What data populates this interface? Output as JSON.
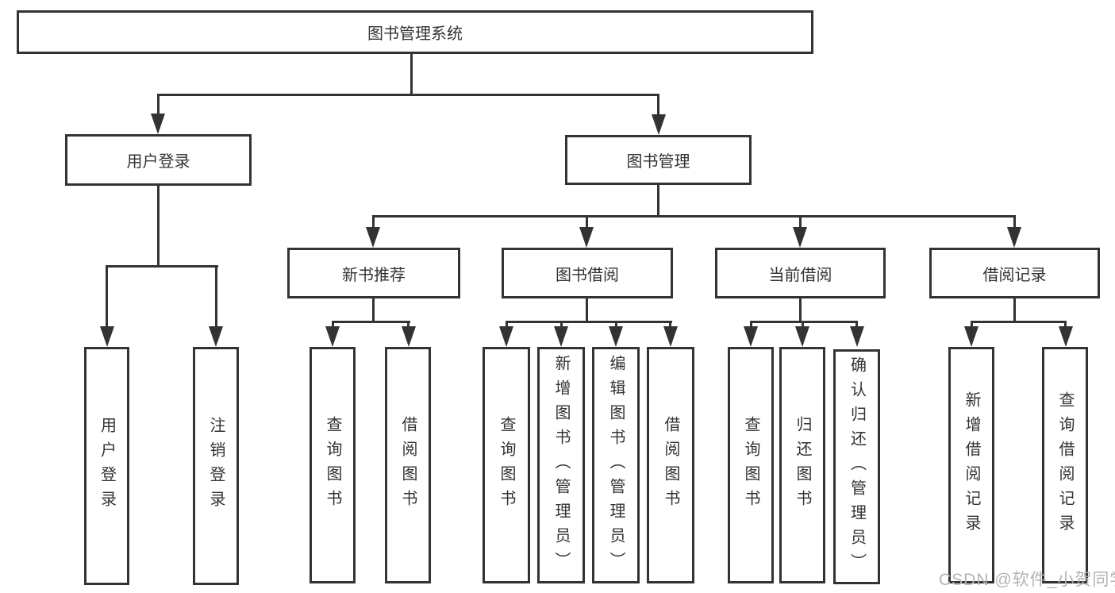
{
  "diagram_title": "图书管理系统",
  "colors": {
    "line": "#333333",
    "text": "#333333",
    "box_background": "#ffffff",
    "watermark": "#b3b3b3"
  },
  "tree": {
    "root": {
      "label": "图书管理系统"
    },
    "branches": [
      {
        "label": "用户登录",
        "children": [
          {
            "label": "用户登录"
          },
          {
            "label": "注销登录"
          }
        ]
      },
      {
        "label": "图书管理",
        "children": [
          {
            "label": "新书推荐",
            "children": [
              {
                "label": "查询图书"
              },
              {
                "label": "借阅图书"
              }
            ]
          },
          {
            "label": "图书借阅",
            "children": [
              {
                "label": "查询图书"
              },
              {
                "label": "新增图书（管理员）"
              },
              {
                "label": "编辑图书（管理员）"
              },
              {
                "label": "借阅图书"
              }
            ]
          },
          {
            "label": "当前借阅",
            "children": [
              {
                "label": "查询图书"
              },
              {
                "label": "归还图书"
              },
              {
                "label": "确认归还（管理员）"
              }
            ]
          },
          {
            "label": "借阅记录",
            "children": [
              {
                "label": "新增借阅记录"
              },
              {
                "label": "查询借阅记录"
              }
            ]
          }
        ]
      }
    ]
  },
  "watermark": "CSDN @软件_小贺同学"
}
